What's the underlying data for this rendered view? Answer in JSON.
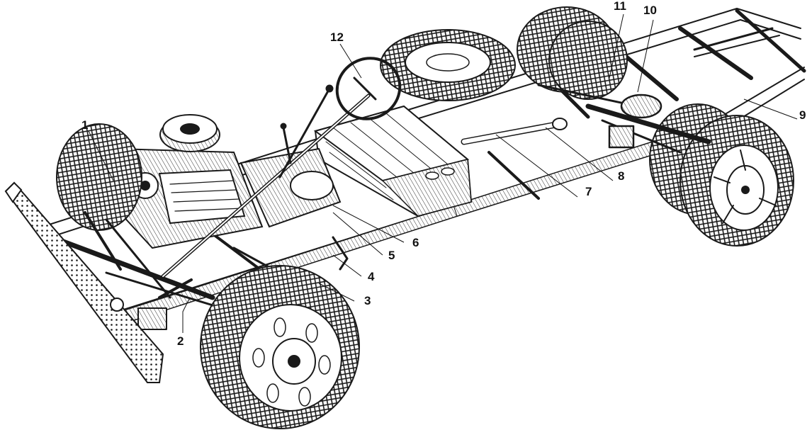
{
  "callouts": [
    {
      "id": "1",
      "label": "1"
    },
    {
      "id": "2",
      "label": "2"
    },
    {
      "id": "3",
      "label": "3"
    },
    {
      "id": "4",
      "label": "4"
    },
    {
      "id": "5",
      "label": "5"
    },
    {
      "id": "6",
      "label": "6"
    },
    {
      "id": "7",
      "label": "7"
    },
    {
      "id": "8",
      "label": "8"
    },
    {
      "id": "9",
      "label": "9"
    },
    {
      "id": "10",
      "label": "10"
    },
    {
      "id": "11",
      "label": "11"
    },
    {
      "id": "12",
      "label": "12"
    }
  ],
  "colors": {
    "ink": "#1a1a1a",
    "paper": "#ffffff"
  }
}
